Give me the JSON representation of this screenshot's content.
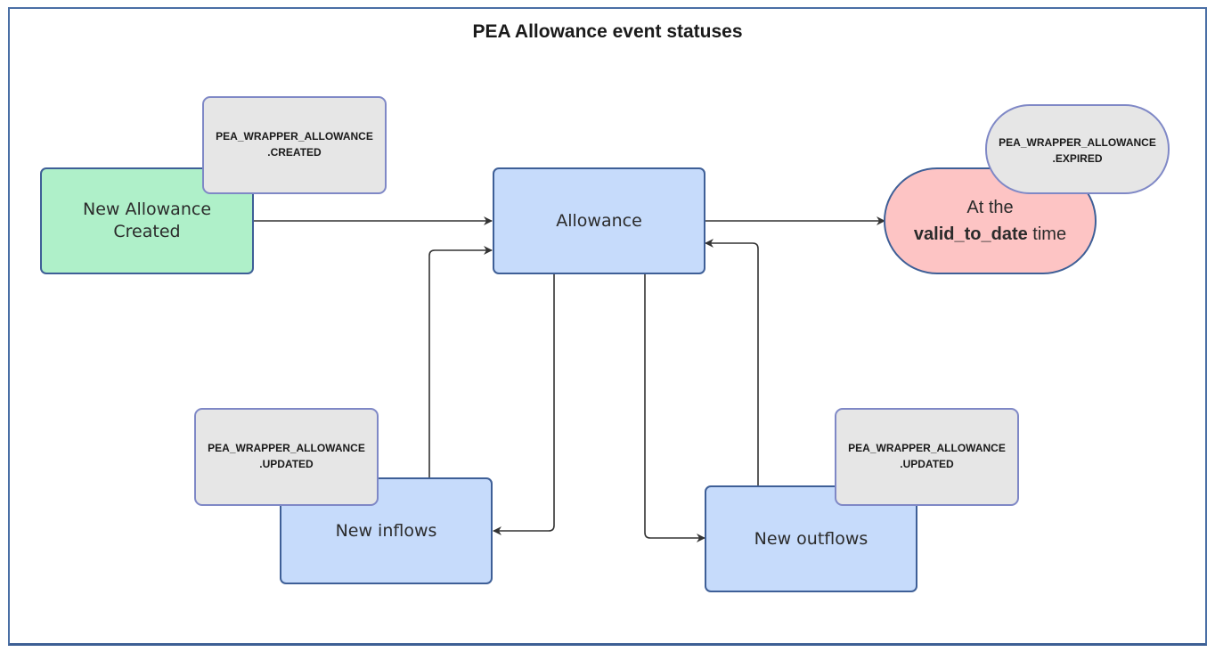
{
  "title": "PEA Allowance event statuses",
  "nodes": {
    "new_allowance": {
      "line1": "New Allowance",
      "line2": "Created"
    },
    "allowance": {
      "label": "Allowance"
    },
    "expired_state": {
      "line1": "At the",
      "bold": "valid_to_date",
      "rest": " time"
    },
    "new_inflows": {
      "label": "New inflows"
    },
    "new_outflows": {
      "label": "New outflows"
    }
  },
  "events": {
    "created": {
      "line1": "PEA_WRAPPER_ALLOWANCE",
      "line2": ".CREATED"
    },
    "expired": {
      "line1": "PEA_WRAPPER_ALLOWANCE",
      "line2": ".EXPIRED"
    },
    "updated_inflows": {
      "line1": "PEA_WRAPPER_ALLOWANCE",
      "line2": ".UPDATED"
    },
    "updated_outflows": {
      "line1": "PEA_WRAPPER_ALLOWANCE",
      "line2": ".UPDATED"
    }
  },
  "colors": {
    "created_node": "#aff0c9",
    "state_node": "#c6dbfb",
    "expired_node": "#fdc4c4",
    "event_tag": "#e6e6e6",
    "border": "#3e5f97",
    "connector": "#333333"
  }
}
